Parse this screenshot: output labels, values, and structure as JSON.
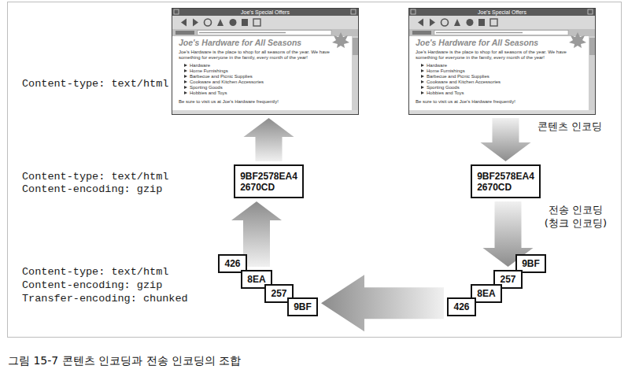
{
  "diagram": {
    "caption": "그림 15-7 콘텐츠 인코딩과 전송 인코딩의 조합",
    "nodes": [
      {
        "text": [
          "Joe's Special Offers",
          "Joe's Hardware for All Seasons",
          "Joe's Hardware is the place to shop for all seasons of the year. We have something for everyone in the family, every month of the year!",
          "Hardware",
          "Home Furnishings",
          "Barbecue and Picnic Supplies",
          "Cookware and Kitchen Accessories",
          "Sporting Goods",
          "Hobbies and Toys",
          "Be sure to visit us at Joe's Hardware frequently!"
        ]
      },
      {
        "text": [
          "Joe's Special Offers",
          "Joe's Hardware for All Seasons",
          "Joe's Hardware is the place to shop for all seasons of the year. We have something for everyone in the family, every month of the year!",
          "Hardware",
          "Home Furnishings",
          "Barbecue and Picnic Supplies",
          "Cookware and Kitchen Accessories",
          "Sporting Goods",
          "Hobbies and Toys",
          "Be sure to visit us at Joe's Hardware frequently!"
        ]
      },
      {
        "text": [
          "9BF2578EA4 2670CD"
        ]
      },
      {
        "text": [
          "9BF2578EA4 2670CD"
        ]
      },
      {
        "text": [
          "426"
        ]
      },
      {
        "text": [
          "8EA"
        ]
      },
      {
        "text": [
          "257"
        ]
      },
      {
        "text": [
          "9BF"
        ]
      },
      {
        "text": [
          "9BF"
        ]
      },
      {
        "text": [
          "257"
        ]
      },
      {
        "text": [
          "8EA"
        ]
      },
      {
        "text": [
          "426"
        ]
      }
    ],
    "edges": [
      {
        "from": 1,
        "to": 3,
        "arrow": "to",
        "label": "콘텐츠 인코딩"
      },
      {
        "from": 3,
        "to": 9,
        "arrow": "to",
        "label": "전송 인코딩 (청크 인코딩)"
      },
      {
        "from": 11,
        "to": 7,
        "arrow": "to"
      },
      {
        "from": 5,
        "to": 2,
        "arrow": "to"
      },
      {
        "from": 2,
        "to": 0,
        "arrow": "to"
      }
    ],
    "labels": [
      "Content-type: text/html",
      "Content-type: text/html",
      "Content-encoding: gzip",
      "Content-type: text/html",
      "Content-encoding: gzip",
      "Transfer-encoding: chunked"
    ]
  }
}
